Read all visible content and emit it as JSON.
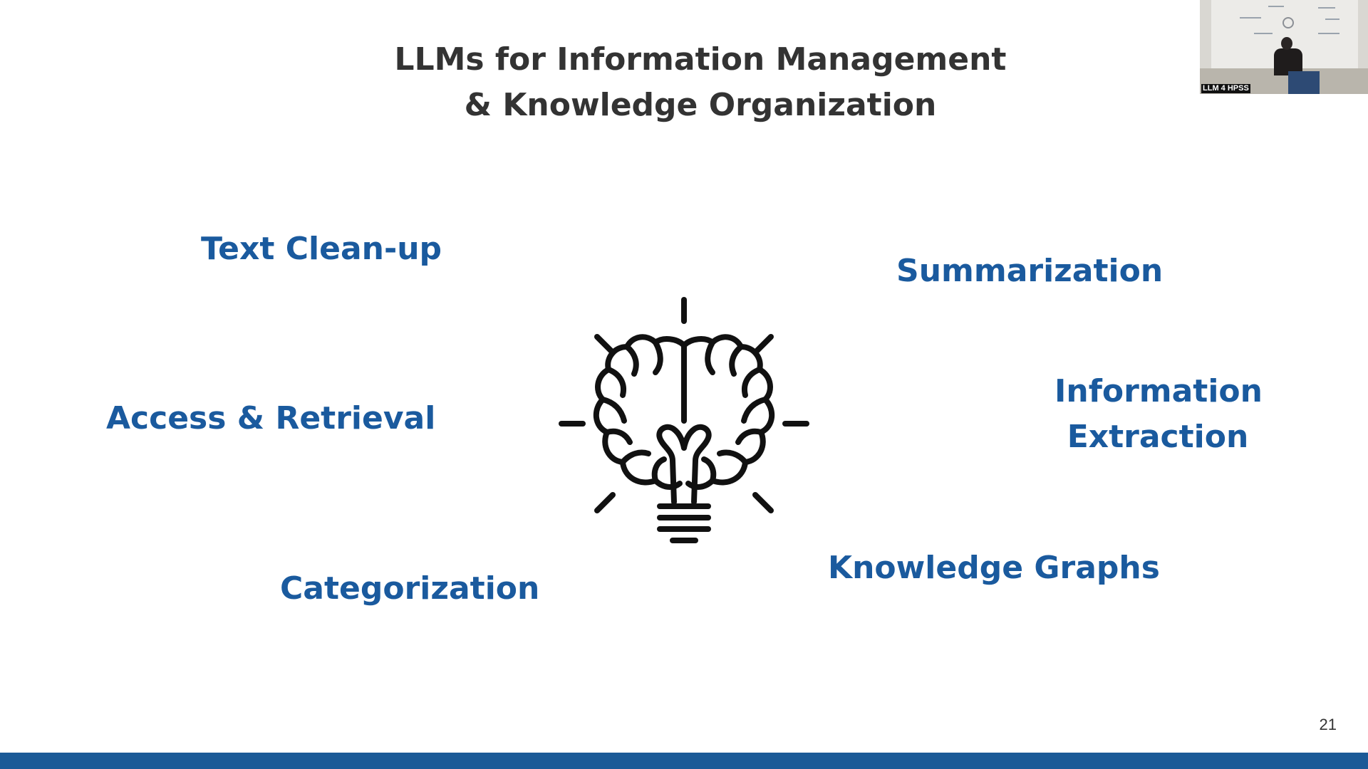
{
  "slide": {
    "title_line1": "LLMs for Information Management",
    "title_line2": "& Knowledge Organization",
    "topics": {
      "text_cleanup": "Text Clean-up",
      "access_retrieval": "Access & Retrieval",
      "categorization": "Categorization",
      "summarization": "Summarization",
      "information_extraction_line1": "Information",
      "information_extraction_line2": "Extraction",
      "knowledge_graphs": "Knowledge Graphs"
    },
    "center_icon": "brain-lightbulb-icon",
    "page_number": "21",
    "colors": {
      "title": "#333333",
      "topic": "#1a5a9e",
      "footer_bar": "#1b5a97"
    }
  },
  "webcam": {
    "label": "LLM 4 HPSS"
  }
}
